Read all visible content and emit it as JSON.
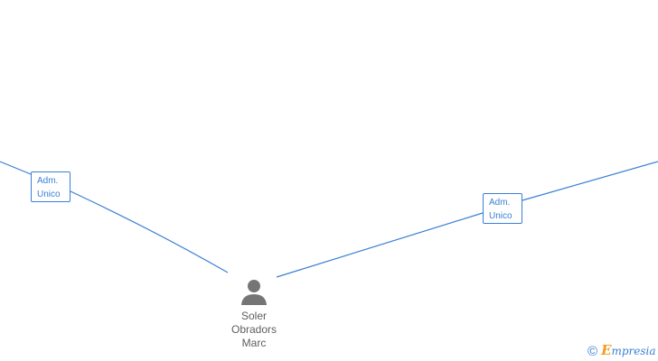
{
  "edges": [
    {
      "label_line1": "Adm.",
      "label_line2": "Unico"
    },
    {
      "label_line1": "Adm.",
      "label_line2": "Unico"
    }
  ],
  "person": {
    "name_line1": "Soler",
    "name_line2": "Obradors",
    "name_line3": "Marc",
    "icon": "person-icon"
  },
  "watermark": {
    "copyright_symbol": "©",
    "brand_initial": "E",
    "brand_rest": "mpresia"
  },
  "colors": {
    "edge": "#3a7fd5",
    "node_text": "#5e5e5e",
    "person_icon": "#757575",
    "brand_accent": "#f39b1c"
  }
}
